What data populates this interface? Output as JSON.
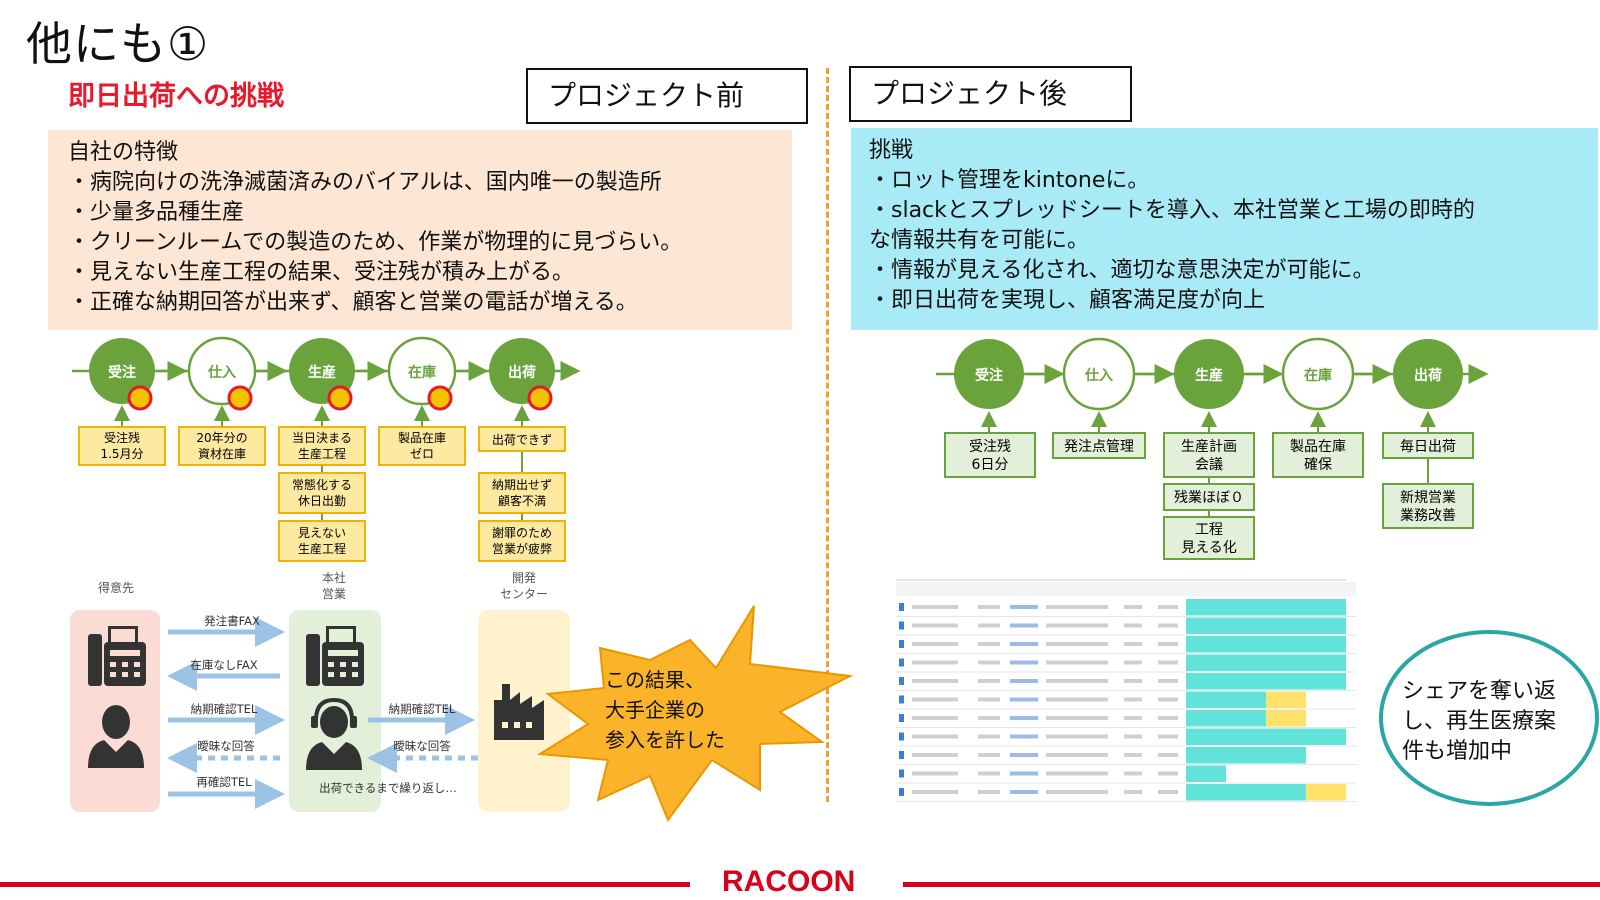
{
  "slide": {
    "title": "他にも①",
    "subtitle": "即日出荷への挑戦",
    "label_before": "プロジェクト前",
    "label_after": "プロジェクト後",
    "brand": "RACOON"
  },
  "before": {
    "heading": "自社の特徴",
    "bullets": [
      "・病院向けの洗浄滅菌済みのバイアルは、国内唯一の製造所",
      "・少量多品種生産",
      "・クリーンルームでの製造のため、作業が物理的に見づらい。",
      "・見えない生産工程の結果、受注残が積み上がる。",
      "・正確な納期回答が出来ず、顧客と営業の電話が増える。"
    ],
    "flow_nodes": [
      "受注",
      "仕入",
      "生産",
      "在庫",
      "出荷"
    ],
    "flow_notes": {
      "order": [
        "受注残",
        "1.5月分"
      ],
      "purchase": [
        "20年分の",
        "資材在庫"
      ],
      "production_1": [
        "当日決まる",
        "生産工程"
      ],
      "production_2": [
        "常態化する",
        "休日出勤"
      ],
      "production_3": [
        "見えない",
        "生産工程"
      ],
      "stock": [
        "製品在庫",
        "ゼロ"
      ],
      "ship_1": [
        "出荷できず"
      ],
      "ship_2": [
        "納期出せず",
        "顧客不満"
      ],
      "ship_3": [
        "謝罪のため",
        "営業が疲弊"
      ]
    },
    "comm": {
      "customer": "得意先",
      "hq": [
        "本社",
        "営業"
      ],
      "dev": [
        "開発",
        "センター"
      ],
      "fax_order": "発注書FAX",
      "fax_none": "在庫なしFAX",
      "tel_confirm": "納期確認TEL",
      "vague": "曖昧な回答",
      "tel_reconfirm": "再確認TEL",
      "tel_confirm_2": "納期確認TEL",
      "vague_2": "曖昧な回答",
      "repeat": "出荷できるまで繰り返し…"
    },
    "callout": [
      "この結果、",
      "大手企業の",
      "参入を許した"
    ]
  },
  "after": {
    "heading": "挑戦",
    "bullets": [
      "・ロット管理をkintoneに。",
      "・slackとスプレッドシートを導入、本社営業と工場の即時的",
      "な情報共有を可能に。",
      "・情報が見える化され、適切な意思決定が可能に。",
      "・即日出荷を実現し、顧客満足度が向上"
    ],
    "flow_nodes": [
      "受注",
      "仕入",
      "生産",
      "在庫",
      "出荷"
    ],
    "flow_notes": {
      "order": [
        "受注残",
        "6日分"
      ],
      "purchase": [
        "発注点管理"
      ],
      "production_1": [
        "生産計画",
        "会議"
      ],
      "production_2": [
        "残業ほぼ０"
      ],
      "production_3": [
        "工程",
        "見える化"
      ],
      "stock": [
        "製品在庫",
        "確保"
      ],
      "ship_1": [
        "毎日出荷"
      ],
      "ship_2": [
        "新規営業",
        "業務改善"
      ]
    },
    "share": [
      "シェアを奪い返",
      "し、再生医療案",
      "件も増加中"
    ]
  },
  "colors": {
    "accent_red": "#e8192c",
    "brand_red": "#d9001b",
    "node_green": "#6aa33b",
    "note_yellow": "#fde9a0",
    "note_border": "#f0b400",
    "before_bg": "#fde7d4",
    "after_bg": "#a8eaf6",
    "after_note_bg": "#e2efd9",
    "teal_ring": "#2aa7a2",
    "burst_orange": "#fbb32a"
  }
}
